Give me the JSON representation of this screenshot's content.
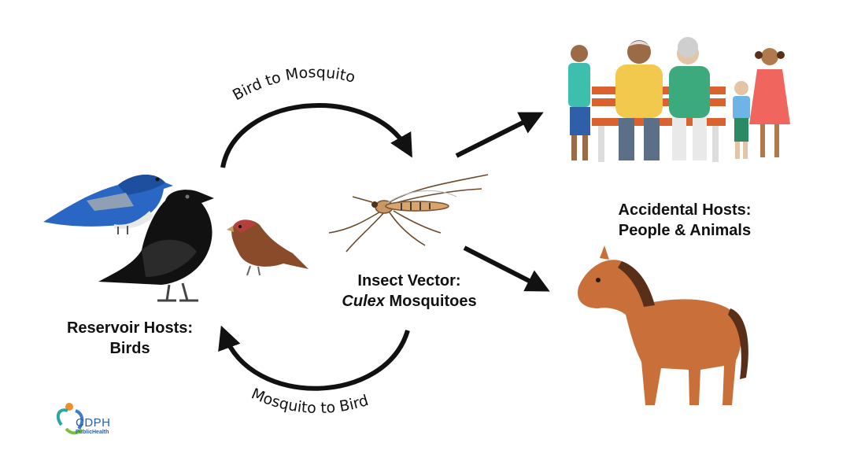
{
  "flows": {
    "bird_to_mosquito": "Bird to Mosquito",
    "mosquito_to_bird": "Mosquito to Bird"
  },
  "reservoir": {
    "line1": "Reservoir Hosts:",
    "line2": "Birds"
  },
  "vector": {
    "line1": "Insect Vector:",
    "line2_italic": "Culex",
    "line2_rest": " Mosquitoes"
  },
  "accidental": {
    "line1": "Accidental Hosts:",
    "line2": "People & Animals"
  },
  "logo": {
    "name": "CDPH",
    "sub": "PublicHealth"
  },
  "colors": {
    "arrow": "#111111",
    "horse": "#c9703a",
    "blue_bird": "#2a66c4",
    "crow": "#111111",
    "finch": "#8a4b2a"
  }
}
